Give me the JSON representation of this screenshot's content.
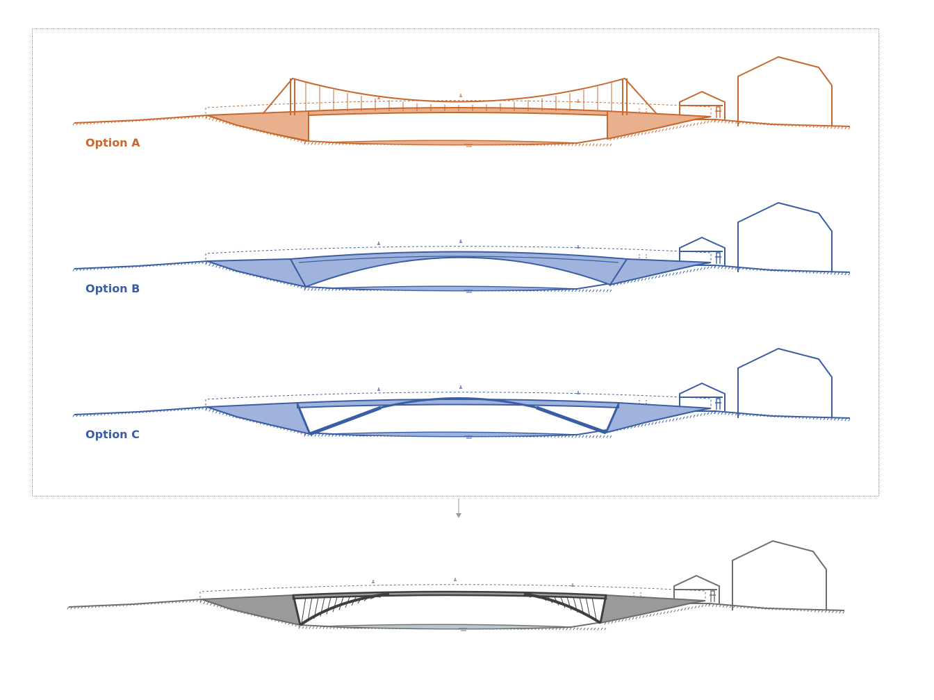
{
  "options": [
    {
      "label": "Option A",
      "color": "#c8682e",
      "fill": "#e8b08c",
      "type": "suspension"
    },
    {
      "label": "Option B",
      "color": "#3a5ea3",
      "fill": "#9fb3dc",
      "type": "arch"
    },
    {
      "label": "Option C",
      "color": "#3a5ea3",
      "fill": "#9fb3dc",
      "type": "strut-frame"
    }
  ],
  "final_design": {
    "color": "#6e6e6e",
    "fill": "#9a9a98",
    "water": "#b9c6cc",
    "type": "raking-strut"
  },
  "arrow": {
    "color": "#9a9a9a"
  }
}
